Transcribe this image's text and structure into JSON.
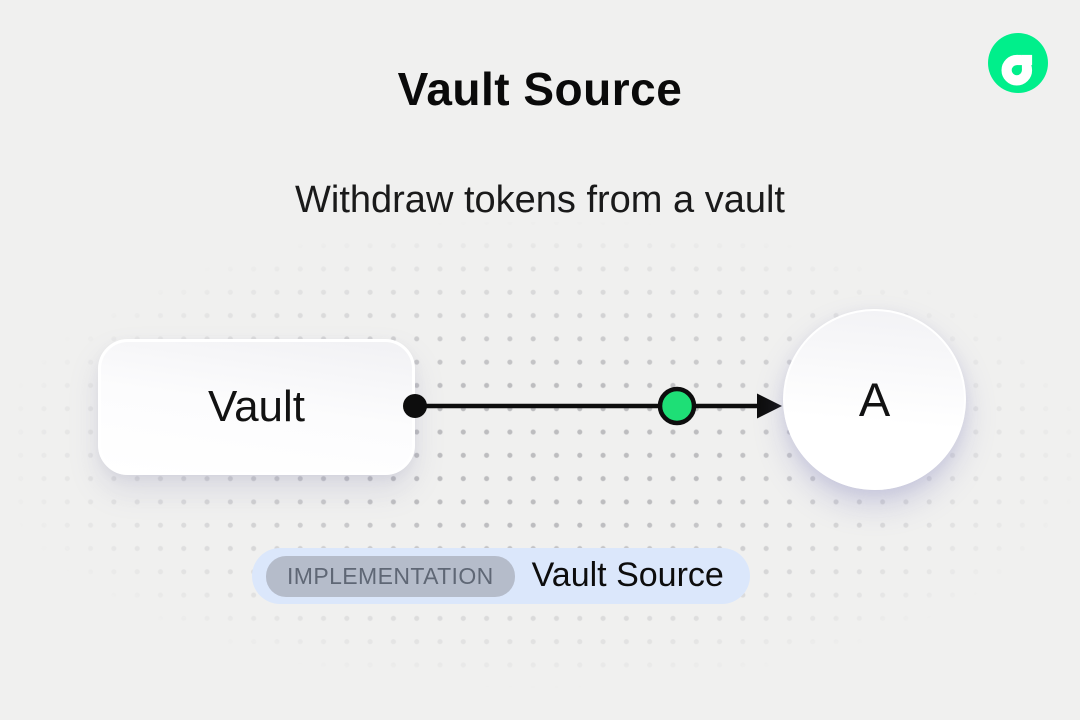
{
  "colors": {
    "background": "#f0f0ef",
    "flow_green": "#00EF8B",
    "event_dot_green": "#1EDF76",
    "ink": "#0d0d0d",
    "badge_bg": "#dbe7fb",
    "tag_bg": "#b5bcca",
    "tag_text": "#5f6775"
  },
  "header": {
    "title": "Vault Source",
    "subtitle": "Withdraw tokens from a vault"
  },
  "logo": {
    "name": "flow-logo"
  },
  "diagram": {
    "vault_node_label": "Vault",
    "account_node_label": "A"
  },
  "badge": {
    "tag": "IMPLEMENTATION",
    "label": "Vault Source"
  }
}
